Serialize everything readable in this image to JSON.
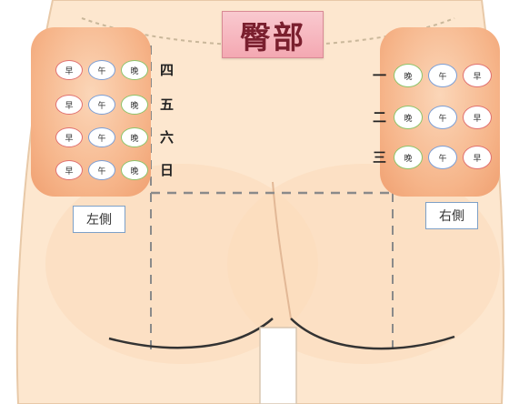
{
  "title": "臀部",
  "left": {
    "label": "左側",
    "rows": [
      {
        "day": "四",
        "slots": [
          "早",
          "午",
          "晚"
        ]
      },
      {
        "day": "五",
        "slots": [
          "早",
          "午",
          "晚"
        ]
      },
      {
        "day": "六",
        "slots": [
          "早",
          "午",
          "晚"
        ]
      },
      {
        "day": "日",
        "slots": [
          "早",
          "午",
          "晚"
        ]
      }
    ]
  },
  "right": {
    "label": "右側",
    "rows": [
      {
        "day": "一",
        "slots": [
          "晚",
          "午",
          "早"
        ]
      },
      {
        "day": "二",
        "slots": [
          "晚",
          "午",
          "早"
        ]
      },
      {
        "day": "三",
        "slots": [
          "晚",
          "午",
          "早"
        ]
      }
    ]
  }
}
